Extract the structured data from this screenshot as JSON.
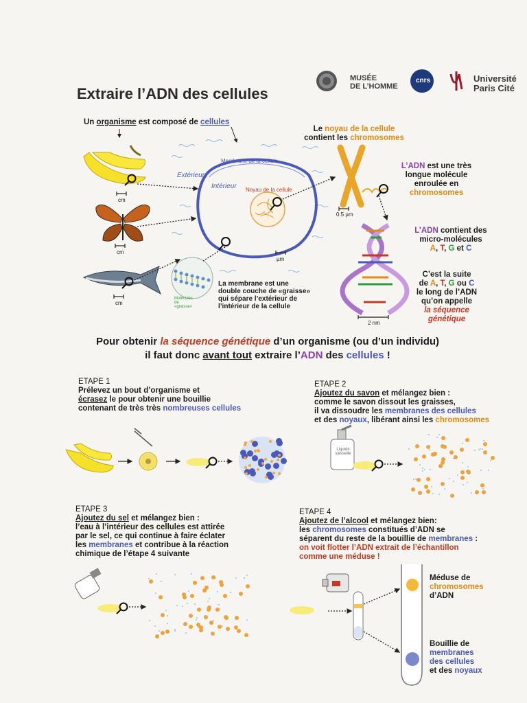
{
  "title": "Extraire l’ADN des cellules",
  "logos": {
    "musee": [
      "MUSÉE",
      "DE L’HOMME"
    ],
    "cnrs": "cnrs",
    "universite": [
      "Université",
      "Paris Cité"
    ]
  },
  "intro": {
    "a": "Un",
    "organisme": "organisme",
    "b": "est composé de",
    "cellules": "cellules"
  },
  "cell_labels": {
    "membrane": "Membrane de la cellule",
    "exterieur": "Extérieur",
    "interieur": "Intérieur",
    "noyau": "Noyau de la cellule",
    "scale_cm": "cm",
    "scale_um": "µm",
    "scale_05um": "0.5 µm",
    "scale_2nm": "2 nm",
    "molecules": "Molécules de «graisse»"
  },
  "membrane_note": [
    "La membrane est une",
    "double couche de «graisse»",
    "qui sépare l’extérieur de",
    "l’intérieur de la cellule"
  ],
  "noyau_note": {
    "a": "Le ",
    "noyau": "noyau de la cellule",
    "b": "contient les ",
    "chromosomes": "chromosomes"
  },
  "adn_note": {
    "adn": "L’ADN",
    "a": " est une très",
    "b": "longue molécule",
    "c": "enroulée en",
    "chromosomes": "chromosomes"
  },
  "micro_note": {
    "adn": "L’ADN",
    "a": " contient des",
    "b": "micro-molécules",
    "A": "A",
    "T": "T",
    "G": "G",
    "C": "C",
    "et": "et"
  },
  "suite_note": {
    "a": "C’est la suite",
    "de": "de ",
    "ou": "ou",
    "b": "le long de l’ADN",
    "c": "qu’on appelle",
    "seq1": "la séquence",
    "seq2": "génétique"
  },
  "headline": {
    "l1a": "Pour obtenir ",
    "l1b": "la séquence génétique",
    "l1c": " d’un organisme (ou d’un individu)",
    "l2a": "il faut donc ",
    "l2b": "avant tout",
    "l2c": " extraire l’",
    "l2d": "ADN",
    "l2e": " des ",
    "l2f": "cellules",
    "l2g": " !"
  },
  "step1": {
    "title": "ETAPE 1",
    "l1": "Prélevez un bout d’organisme et",
    "ecrasez": "écrasez",
    "l2": " le pour obtenir une bouillie",
    "l3": "contenant de très très ",
    "cells": "nombreuses cellules"
  },
  "step2": {
    "title": "ETAPE 2",
    "savon": "Ajoutez du savon",
    "l1": " et mélangez bien :",
    "l2": "comme le savon dissout les graisses,",
    "l3a": "il va dissoudre les ",
    "mem": "membranes des cellules",
    "l4a": "et des ",
    "noy": "noyaux",
    "l4b": ", libérant ainsi les ",
    "chr": "chromosomes"
  },
  "step3": {
    "title": "ETAPE 3",
    "sel": "Ajoutez du sel",
    "l1": " et mélangez bien :",
    "l2": "l’eau à l’intérieur des cellules est attirée",
    "l3": "par le sel, ce qui continue à faire éclater",
    "l4a": "les ",
    "mem": "membranes",
    "l4b": " et contribue à la réaction",
    "l5": "chimique de l’étape 4 suivante"
  },
  "step4": {
    "title": "ETAPE 4",
    "alc": "Ajoutez de l’alcool",
    "l1": " et mélangez bien:",
    "l2a": "les ",
    "chr": "chromosomes",
    "l2b": " constitués d’ADN se",
    "l3a": "séparent du reste de la bouillie de ",
    "mem": "membranes",
    "l3b": " :",
    "l4": "on voit flotter l’ADN extrait de l’échantillon",
    "l5": "comme une méduse !"
  },
  "meduse": {
    "a": "Méduse de",
    "chr": "chromosomes",
    "b": "d’ADN"
  },
  "bouillie": {
    "a": "Bouillie de",
    "mem": "membranes",
    "cel": "des cellules",
    "b": "et des ",
    "noy": "noyaux"
  },
  "soap_label": "Liquide vaisselle"
}
